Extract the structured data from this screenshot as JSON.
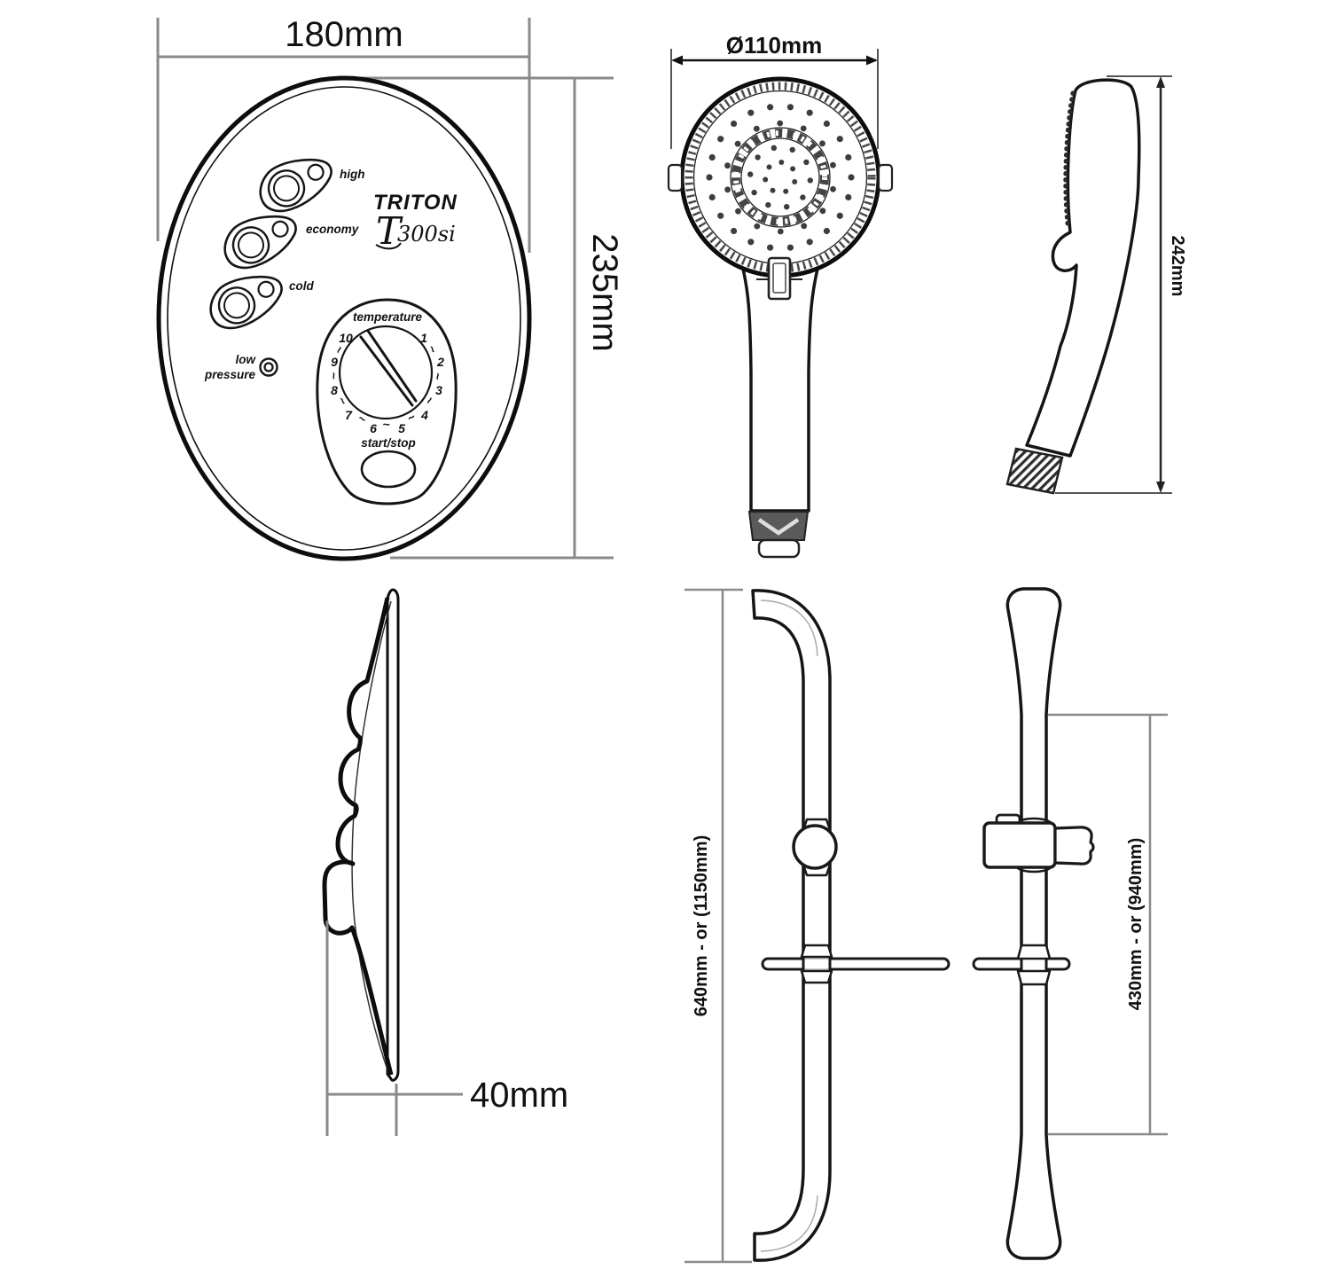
{
  "title": "Triton T300si shower dimension diagram",
  "dims": {
    "unit_width": "180mm",
    "unit_height": "235mm",
    "unit_depth": "40mm",
    "head_diameter": "Ø110mm",
    "handset_height": "242mm",
    "rail_front_height": "640mm - or (1150mm)",
    "rail_side_height": "430mm - or (940mm)"
  },
  "control_panel": {
    "brand": "TRITON",
    "model_t": "T",
    "model_suffix": "300si",
    "button_high": "high",
    "button_economy": "economy",
    "button_cold": "cold",
    "low_pressure_line1": "low",
    "low_pressure_line2": "pressure",
    "dial_label": "temperature",
    "start_stop_label": "start/stop",
    "dial_numbers": [
      "1",
      "2",
      "3",
      "4",
      "5",
      "6",
      "7",
      "8",
      "9",
      "10"
    ],
    "tilde": "~"
  }
}
